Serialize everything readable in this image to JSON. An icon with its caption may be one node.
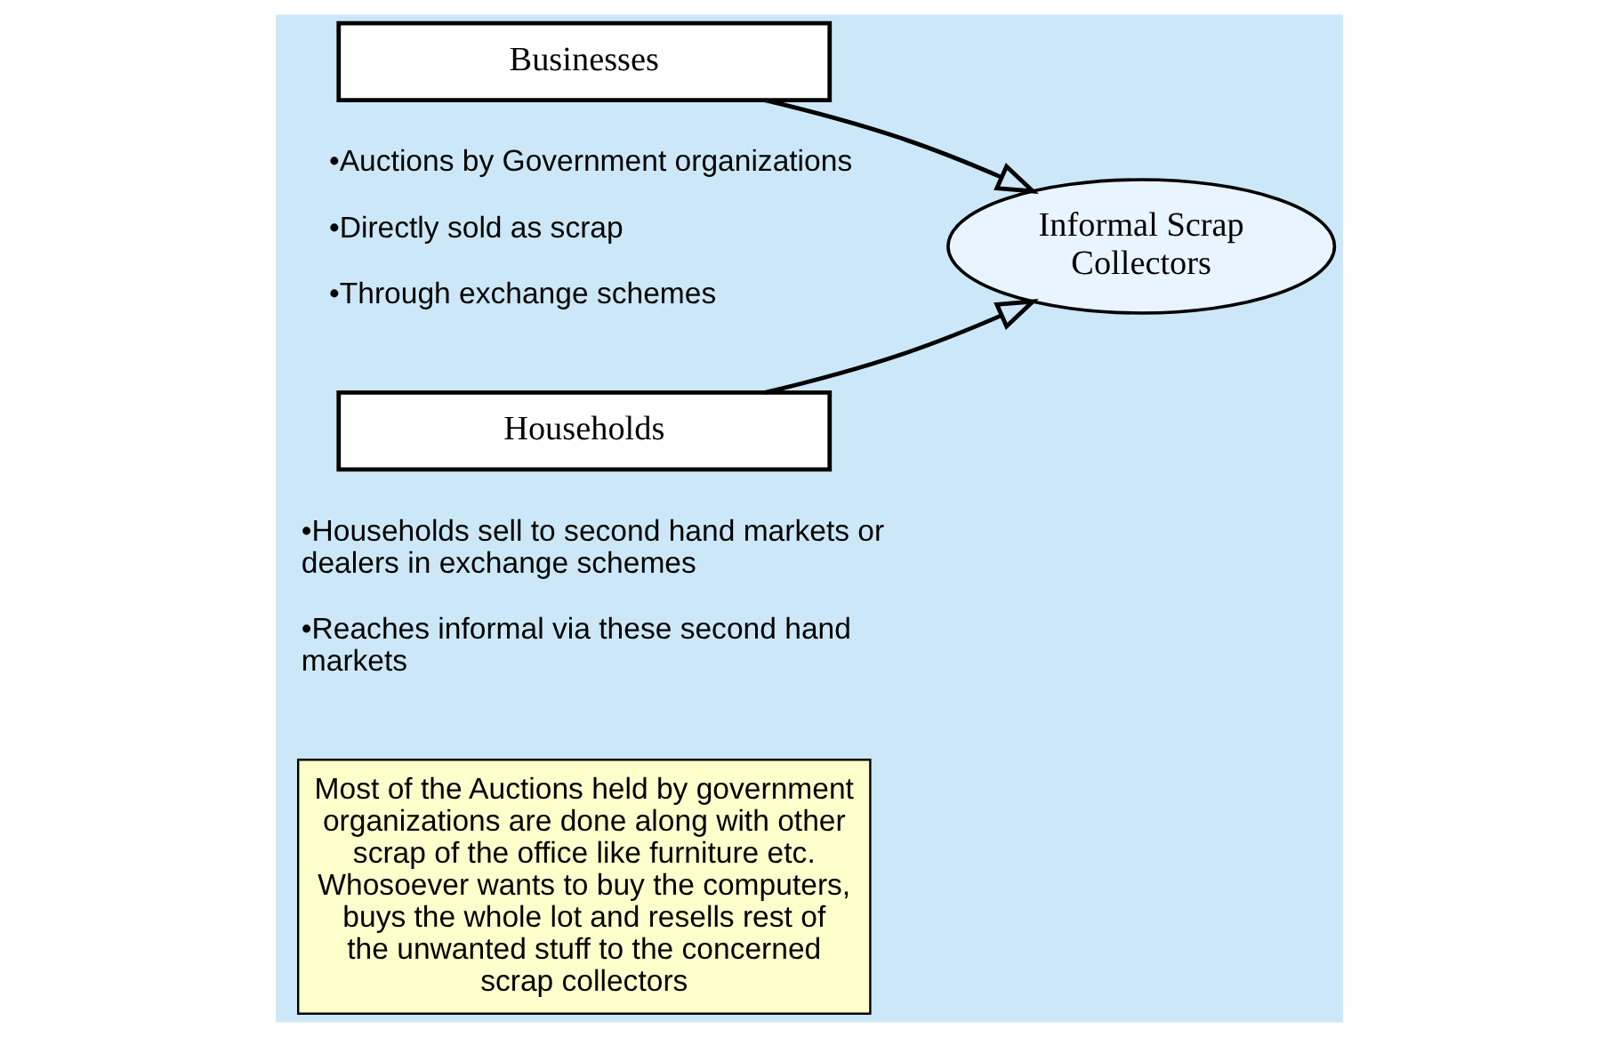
{
  "diagram": {
    "nodes": [
      {
        "text": [
          "Businesses"
        ],
        "beside": [
          "•Auctions by Government organizations",
          "•Directly sold as scrap",
          "•Through exchange schemes"
        ]
      },
      {
        "text": [
          "Households"
        ],
        "beside": [
          "•Households sell to second hand markets or dealers in exchange schemes",
          "•Reaches informal via these second hand markets"
        ]
      },
      {
        "text": [
          "Informal Scrap Collectors"
        ]
      },
      {
        "text": [
          "Most of the Auctions held by government organizations are done along with other scrap of the office like furniture etc. Whosoever wants to buy the computers, buys the whole lot and resells rest of the unwanted stuff to the concerned scrap collectors"
        ]
      }
    ],
    "edges": [
      {
        "from": 0,
        "to": 2,
        "arrow": "to"
      },
      {
        "from": 1,
        "to": 2,
        "arrow": "to"
      }
    ]
  }
}
